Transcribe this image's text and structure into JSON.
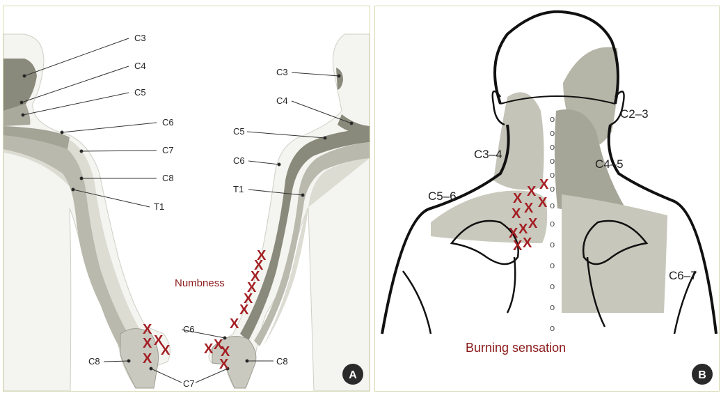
{
  "panel_a": {
    "badge": "A",
    "left_labels": [
      "C3",
      "C4",
      "C5",
      "C6",
      "C7",
      "C8",
      "T1"
    ],
    "right_labels": [
      "C3",
      "C4",
      "C5",
      "C6",
      "T1"
    ],
    "hand_left_labels": [
      "C6",
      "C8",
      "C7"
    ],
    "hand_right_label": "C8",
    "symptom": "Numbness",
    "mark": "X"
  },
  "panel_b": {
    "badge": "B",
    "labels": [
      "C2–3",
      "C3–4",
      "C4–5",
      "C5–6",
      "C6–7"
    ],
    "symptom": "Burning sensation",
    "spine_mark": "o",
    "mark": "X"
  },
  "colors": {
    "dark_zone": "#8a8a7c",
    "mid_zone": "#b9b9ad",
    "light_zone": "#dcdcd3",
    "mark": "#a31f24",
    "text": "#8b1a1a"
  }
}
